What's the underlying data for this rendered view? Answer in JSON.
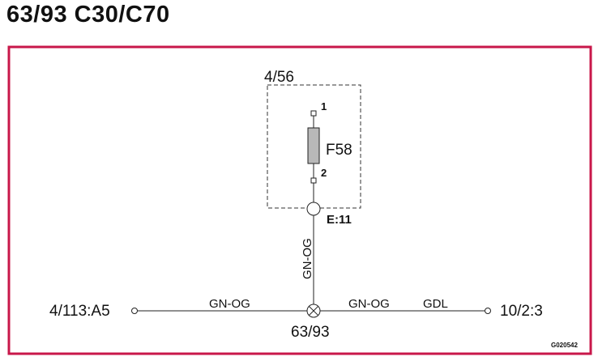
{
  "title": "63/93 C30/C70",
  "colors": {
    "frame": "#c8174a",
    "line": "#222222",
    "fuse_fill": "#b8b8b8"
  },
  "component_box": {
    "label": "4/56"
  },
  "fuse": {
    "label": "F58",
    "pin_top": "1",
    "pin_bottom": "2"
  },
  "connector": {
    "label": "E:11"
  },
  "vertical_wire": {
    "color_code": "GN-OG"
  },
  "left_wire": {
    "color_code": "GN-OG"
  },
  "right_wire": {
    "color_code": "GN-OG",
    "note": "GDL"
  },
  "junction": {
    "label": "63/93"
  },
  "left_terminal": {
    "label": "4/113:A5"
  },
  "right_terminal": {
    "label": "10/2:3"
  },
  "figure_code": "G020542"
}
